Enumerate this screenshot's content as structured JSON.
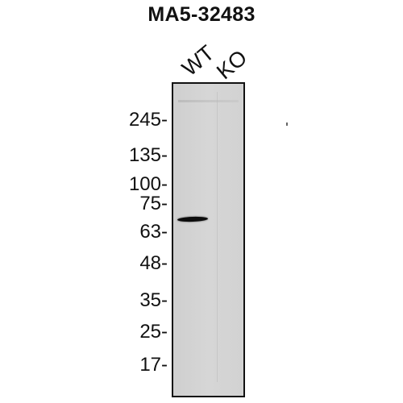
{
  "title": "MA5-32483",
  "lanes": [
    "WT",
    "KO"
  ],
  "markers": [
    "245-",
    "135-",
    "100-",
    "75-",
    "63-",
    "48-",
    "35-",
    "25-",
    "17-"
  ]
}
